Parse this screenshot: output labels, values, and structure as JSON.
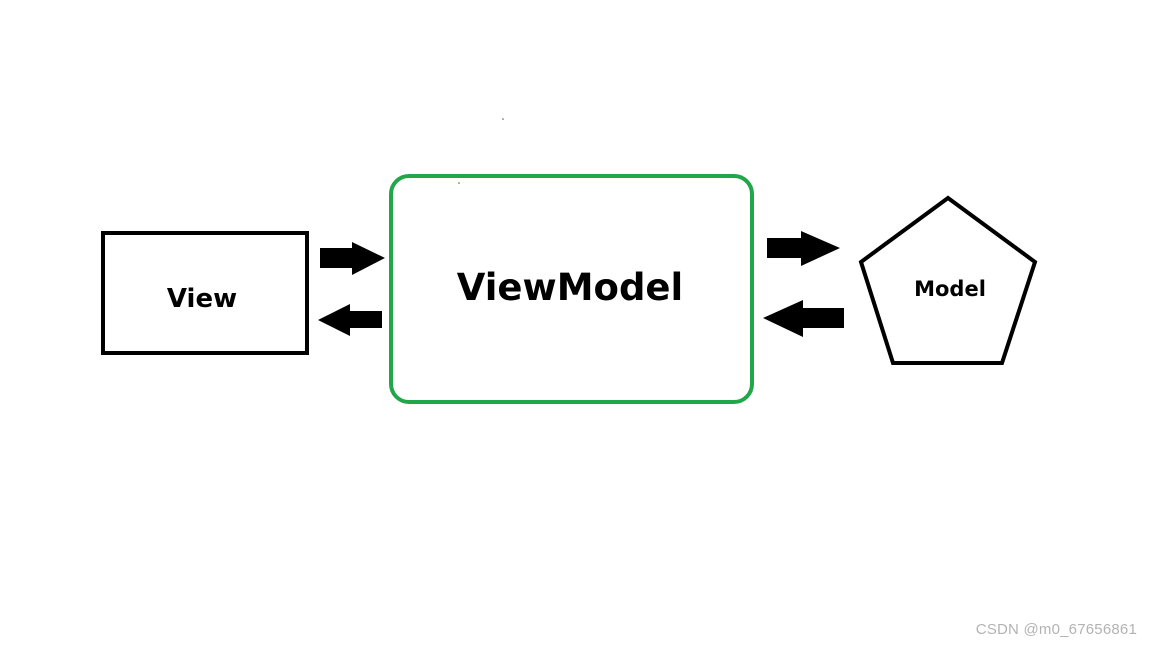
{
  "diagram": {
    "nodes": {
      "view": {
        "label": "View",
        "shape": "rectangle",
        "border_color": "#000000"
      },
      "viewmodel": {
        "label": "ViewModel",
        "shape": "rounded-rectangle",
        "border_color": "#22a64a"
      },
      "model": {
        "label": "Model",
        "shape": "pentagon",
        "border_color": "#000000"
      }
    },
    "edges": [
      {
        "from": "View",
        "to": "ViewModel"
      },
      {
        "from": "ViewModel",
        "to": "View"
      },
      {
        "from": "ViewModel",
        "to": "Model"
      },
      {
        "from": "Model",
        "to": "ViewModel"
      }
    ],
    "arrow_color": "#000000"
  },
  "watermark": "CSDN @m0_67656861"
}
